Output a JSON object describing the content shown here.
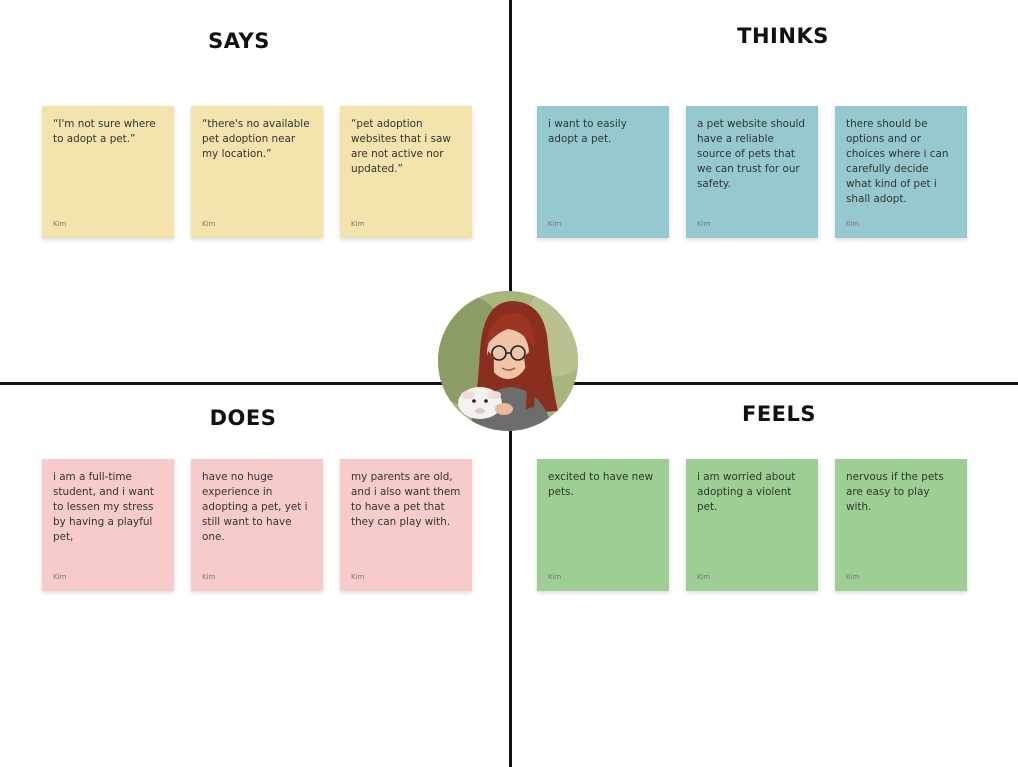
{
  "quadrants": {
    "says": {
      "title": "SAYS",
      "notes": [
        {
          "text": "“I'm not sure where to adopt a pet.”",
          "author": "Kim"
        },
        {
          "text": "“there's no available pet adoption near my location.”",
          "author": "Kim"
        },
        {
          "text": "“pet adoption websites that i saw are not active nor updated.”",
          "author": "Kim"
        }
      ]
    },
    "thinks": {
      "title": "THINKS",
      "notes": [
        {
          "text": "i want to easily adopt a pet.",
          "author": "Kim"
        },
        {
          "text": "a pet website should have a reliable source of pets that we can trust for our safety.",
          "author": "Kim"
        },
        {
          "text": "there should be options and or choices where i can carefully decide what kind of pet i shall adopt.",
          "author": "Kim"
        }
      ]
    },
    "does": {
      "title": "DOES",
      "notes": [
        {
          "text": "i am a full-time student, and i want to lessen my stress by having a playful pet,",
          "author": "Kim"
        },
        {
          "text": "have no huge experience in adopting a pet, yet i still want to have one.",
          "author": "Kim"
        },
        {
          "text": "my parents are old, and i also want them to have a pet that they can play with.",
          "author": "Kim"
        }
      ]
    },
    "feels": {
      "title": "FEELS",
      "notes": [
        {
          "text": "excited to have new pets.",
          "author": "Kim"
        },
        {
          "text": "i am worried about adopting a violent pet.",
          "author": "Kim"
        },
        {
          "text": "nervous if the pets are easy to play with.",
          "author": "Kim"
        }
      ]
    }
  },
  "colors": {
    "says_note": "#f3e3ad",
    "thinks_note": "#95c9cf",
    "does_note": "#f8cbcb",
    "feels_note": "#9dcf94",
    "divider": "#111111"
  },
  "avatar": {
    "icon": "persona-photo"
  }
}
